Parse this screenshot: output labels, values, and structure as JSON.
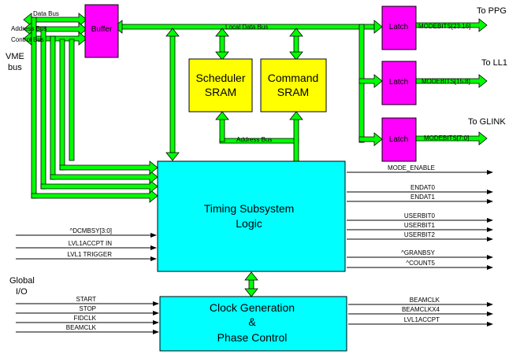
{
  "external": {
    "vme": "VME",
    "bus": "bus",
    "global": "Global",
    "io": "I/O",
    "to_ppg": "To PPG",
    "to_ll1": "To LL1",
    "to_glink": "To GLINK"
  },
  "buses": {
    "data_bus": "Data Bus",
    "address_bus": "Address Bus",
    "control_bus": "Control Bus",
    "local_data_bus": "Local Data Bus",
    "address_bus_sram": "Address Bus"
  },
  "blocks": {
    "buffer": "Buffer",
    "latch": "Latch",
    "scheduler_line1": "Scheduler",
    "scheduler_line2": "SRAM",
    "command_line1": "Command",
    "command_line2": "SRAM",
    "timing_line1": "Timing Subsystem",
    "timing_line2": "Logic",
    "clock_line1": "Clock Generation",
    "clock_line2": "&",
    "clock_line3": "Phase Control"
  },
  "modebits": {
    "ppg": "MODEBITS[23:16]",
    "ll1": "MODEBITS[15:8]",
    "glink": "MODEBITS[7:0]"
  },
  "timing_inputs": [
    "^DCMBSY[3:0]",
    "LVL1ACCPT IN",
    "LVL1 TRIGGER"
  ],
  "timing_outputs": [
    "MODE_ENABLE",
    "ENDAT0",
    "ENDAT1",
    "USERBIT0",
    "USERBIT1",
    "USERBIT2",
    "^GRANBSY",
    "^COUNT5"
  ],
  "clock_inputs": [
    "START",
    "STOP",
    "FIDCLK",
    "BEAMCLK"
  ],
  "clock_outputs": [
    "BEAMCLK",
    "BEAMCLKX4",
    "LVL1ACCPT"
  ],
  "colors": {
    "bus_green": "#00ff00",
    "magenta": "#ff00ff",
    "yellow": "#ffff00",
    "cyan": "#00ffff"
  }
}
